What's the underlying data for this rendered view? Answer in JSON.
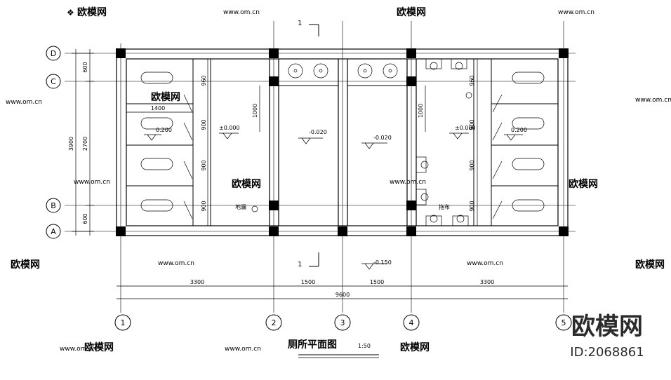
{
  "title": {
    "main": "厕所平面图",
    "scale": "1:50"
  },
  "watermark": {
    "site": "www.om.cn",
    "brand": "欧模网",
    "id": "ID:2068861"
  },
  "section_mark": {
    "label": "1"
  },
  "axes": {
    "rows": [
      "D",
      "C",
      "B",
      "A"
    ],
    "cols": [
      "1",
      "2",
      "3",
      "4",
      "5"
    ]
  },
  "dims": {
    "left": {
      "top_seg": "600",
      "mid_seg": "2700",
      "bottom_seg": "600",
      "total": "3900"
    },
    "bottom": {
      "seg1": "3300",
      "seg2": "1500",
      "seg3": "1500",
      "seg4": "3300",
      "total": "9600"
    },
    "inner": {
      "d960": "960",
      "d900": "900",
      "d1000": "1000",
      "d1400": "1400"
    }
  },
  "levels": {
    "l0": "±0.000",
    "l200": "0.200",
    "l020": "-0.020",
    "l150": "-0.150"
  },
  "notes": {
    "n1": "地漏",
    "n2": "拖布"
  }
}
